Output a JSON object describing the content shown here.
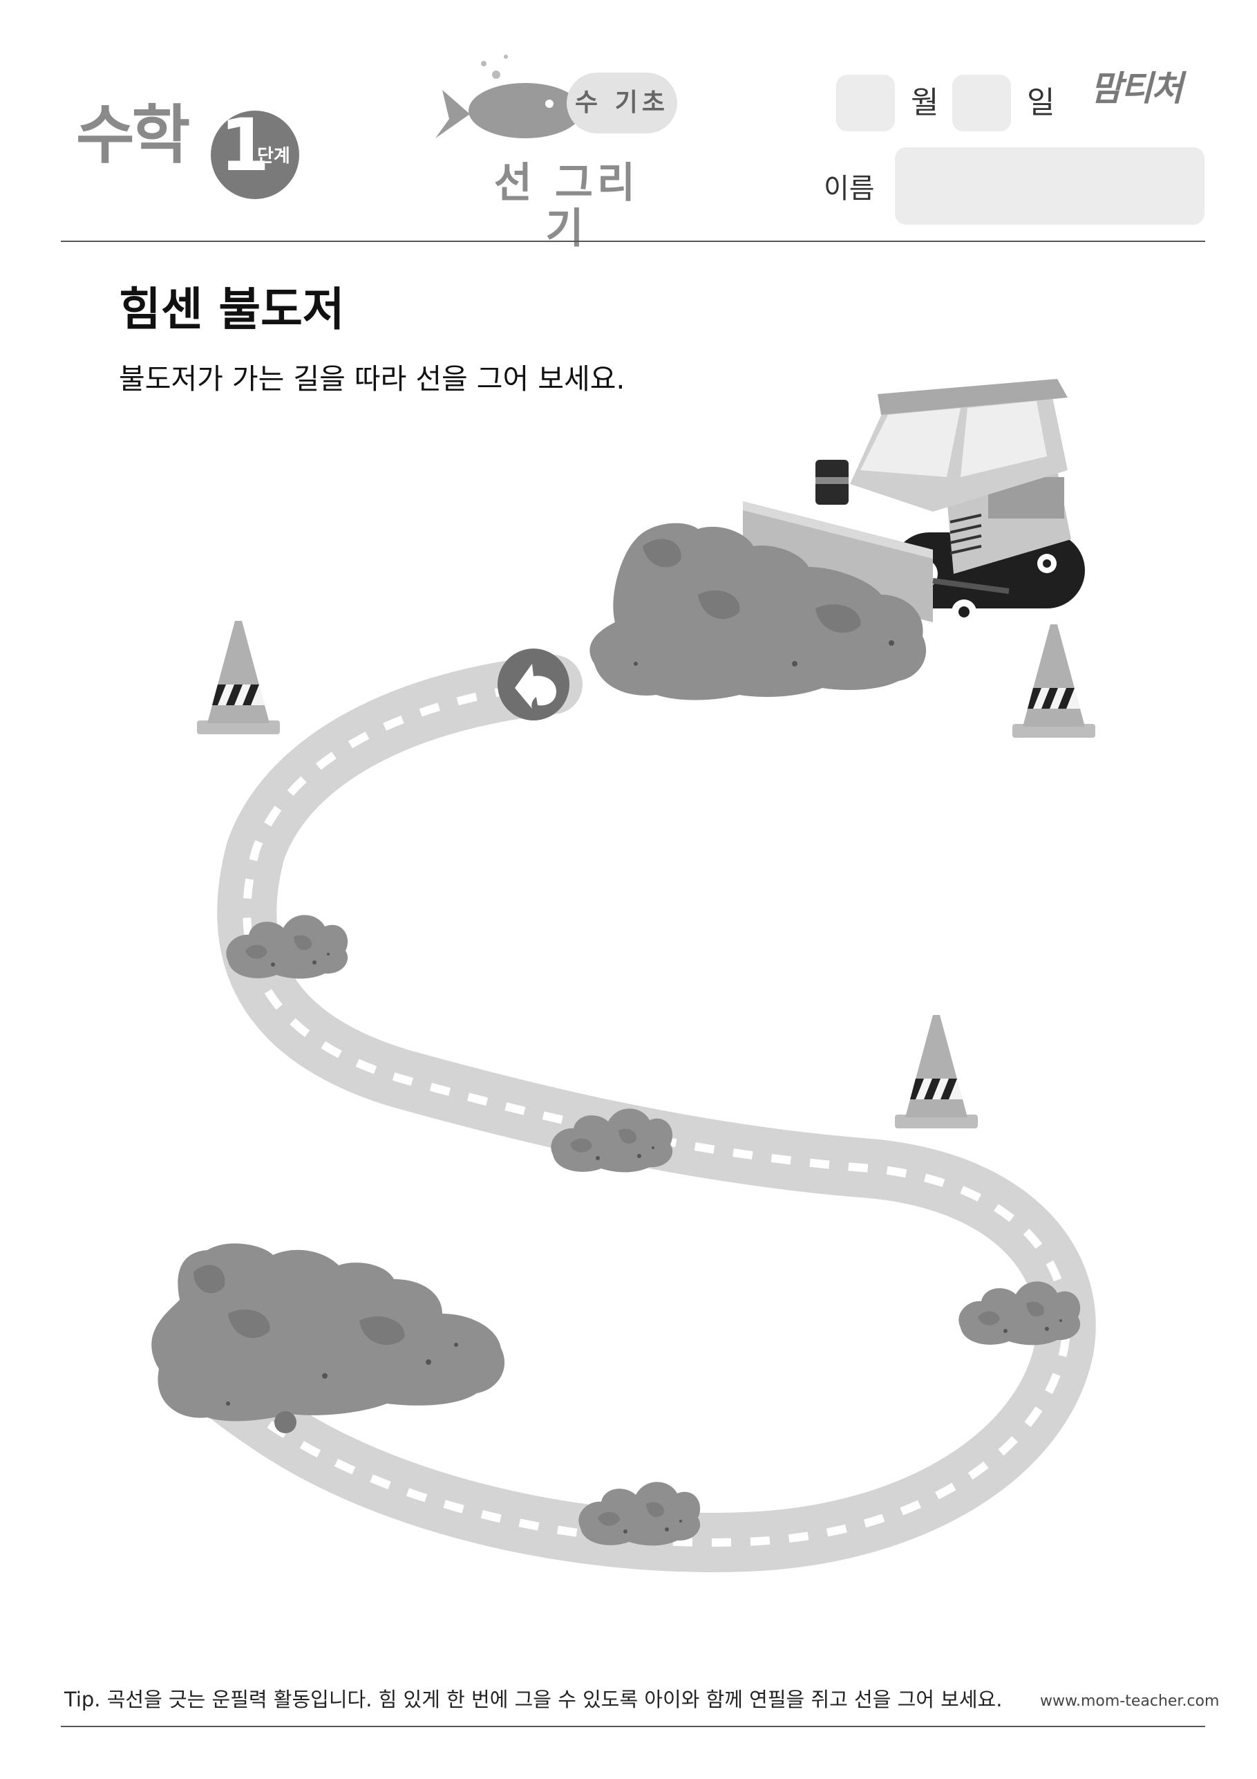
{
  "header": {
    "subject": "수학",
    "level_number": "1",
    "level_unit": "단계",
    "category": "수 기초",
    "subtitle": "선 그리기",
    "month_label": "월",
    "day_label": "일",
    "name_label": "이름",
    "brand": "맘티처"
  },
  "worksheet": {
    "title": "힘센 불도저",
    "instruction": "불도저가 가는 길을 따라 선을 그어 보세요."
  },
  "footer": {
    "tip": "Tip. 곡선을 긋는 운필력 활동입니다. 힘 있게 한 번에 그을 수 있도록 아이와 함께 연필을 쥐고 선을 그어 보세요.",
    "website": "www.mom-teacher.com"
  },
  "icons": {
    "mascot": "narwhal-icon",
    "start": "arrow-start-icon",
    "end": "end-dot-icon",
    "cone": "traffic-cone-icon",
    "vehicle": "bulldozer-icon",
    "obstacle": "dirt-pile-icon"
  },
  "colors": {
    "road": "#d4d4d4",
    "road_dash": "#ffffff",
    "dirt": "#8f8f8f",
    "accent_gray": "#7a7a7a"
  }
}
